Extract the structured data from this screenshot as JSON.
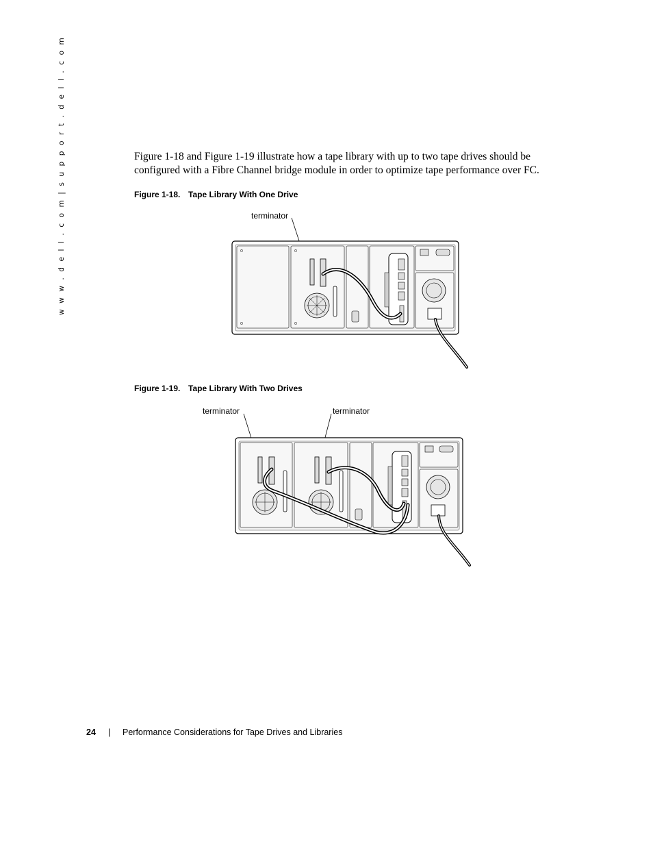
{
  "sidebar": {
    "url_text": "w w w . d e l l . c o m  |  s u p p o r t . d e l l . c o m"
  },
  "body": {
    "paragraph": "Figure 1-18 and Figure 1-19 illustrate how a tape library with up to two tape drives should be configured with a Fibre Channel bridge module in order to optimize tape performance over FC."
  },
  "figures": [
    {
      "number": "Figure 1-18.",
      "title": "Tape Library With One Drive",
      "callouts": [
        "terminator"
      ]
    },
    {
      "number": "Figure 1-19.",
      "title": "Tape Library With Two Drives",
      "callouts": [
        "terminator",
        "terminator"
      ]
    }
  ],
  "footer": {
    "page_number": "24",
    "separator": "|",
    "title": "Performance Considerations for Tape Drives and Libraries"
  }
}
